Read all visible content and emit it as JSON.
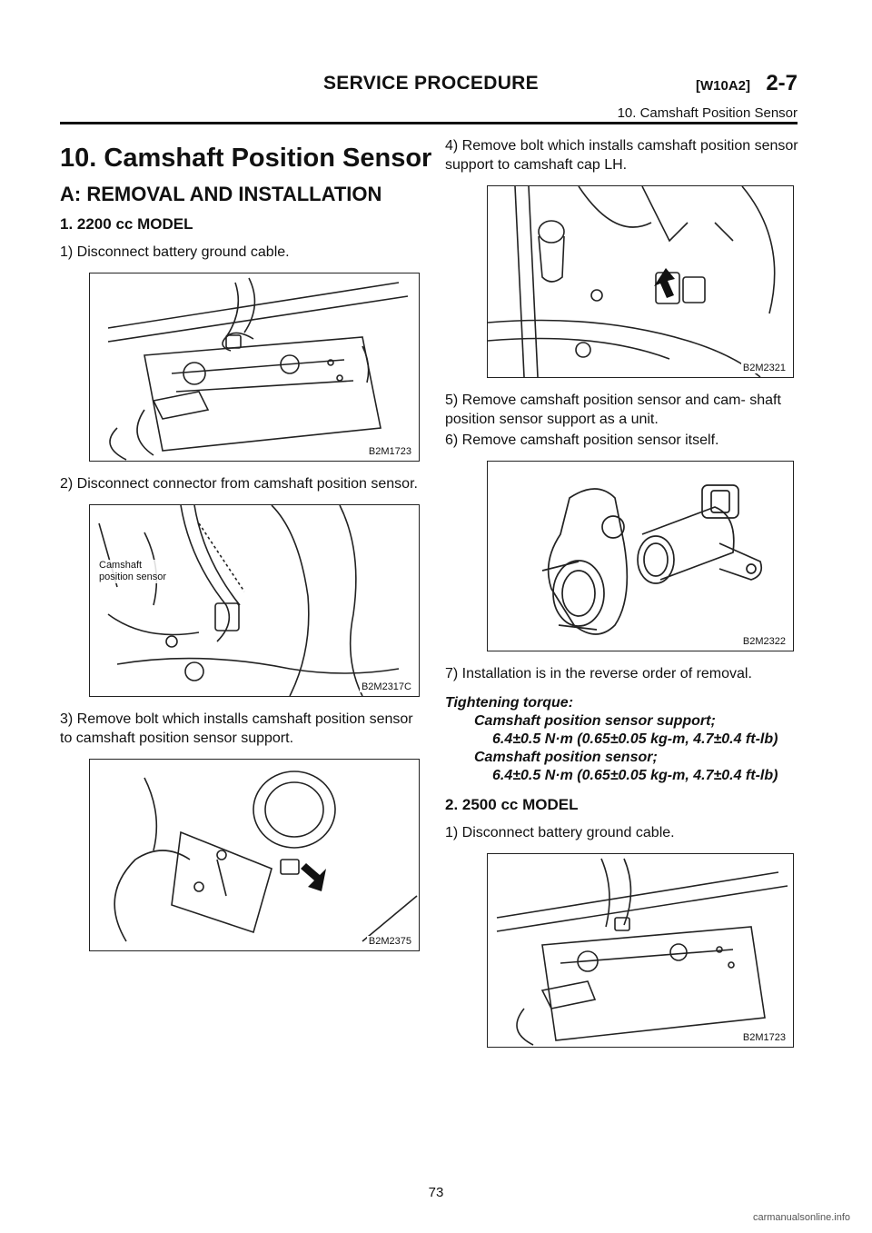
{
  "header": {
    "title": "SERVICE PROCEDURE",
    "code": "[W10A2]",
    "chapter": "2-7",
    "subtitle": "10. Camshaft Position Sensor"
  },
  "left": {
    "section_title": "10. Camshaft Position Sensor",
    "subsection_title": "A: REMOVAL AND INSTALLATION",
    "model_title": "1. 2200 cc MODEL",
    "step1": "1) Disconnect battery ground cable.",
    "fig1_code": "B2M1723",
    "step2": "2) Disconnect connector from camshaft position sensor.",
    "fig2_code": "B2M2317C",
    "fig2_label_line1": "Camshaft",
    "fig2_label_line2": "position sensor",
    "step3": "3) Remove bolt which installs camshaft position sensor to camshaft position sensor support.",
    "fig3_code": "B2M2375"
  },
  "right": {
    "step4": "4) Remove bolt which installs camshaft position sensor support to camshaft cap LH.",
    "fig4_code": "B2M2321",
    "step5": "5) Remove camshaft position sensor and cam- shaft position sensor support as a unit.",
    "step6": "6) Remove camshaft position sensor itself.",
    "fig5_code": "B2M2322",
    "step7": "7) Installation is in the reverse order of removal.",
    "torque": {
      "title": "Tightening torque:",
      "item1_label": "Camshaft position sensor support;",
      "item1_value": "6.4±0.5 N·m (0.65±0.05 kg-m, 4.7±0.4 ft-lb)",
      "item2_label": "Camshaft position sensor;",
      "item2_value": "6.4±0.5 N·m (0.65±0.05 kg-m, 4.7±0.4 ft-lb)"
    },
    "model2_title": "2. 2500 cc MODEL",
    "model2_step1": "1) Disconnect battery ground cable.",
    "fig6_code": "B2M1723"
  },
  "footer": {
    "page_number": "73",
    "watermark": "carmanualsonline.info"
  }
}
